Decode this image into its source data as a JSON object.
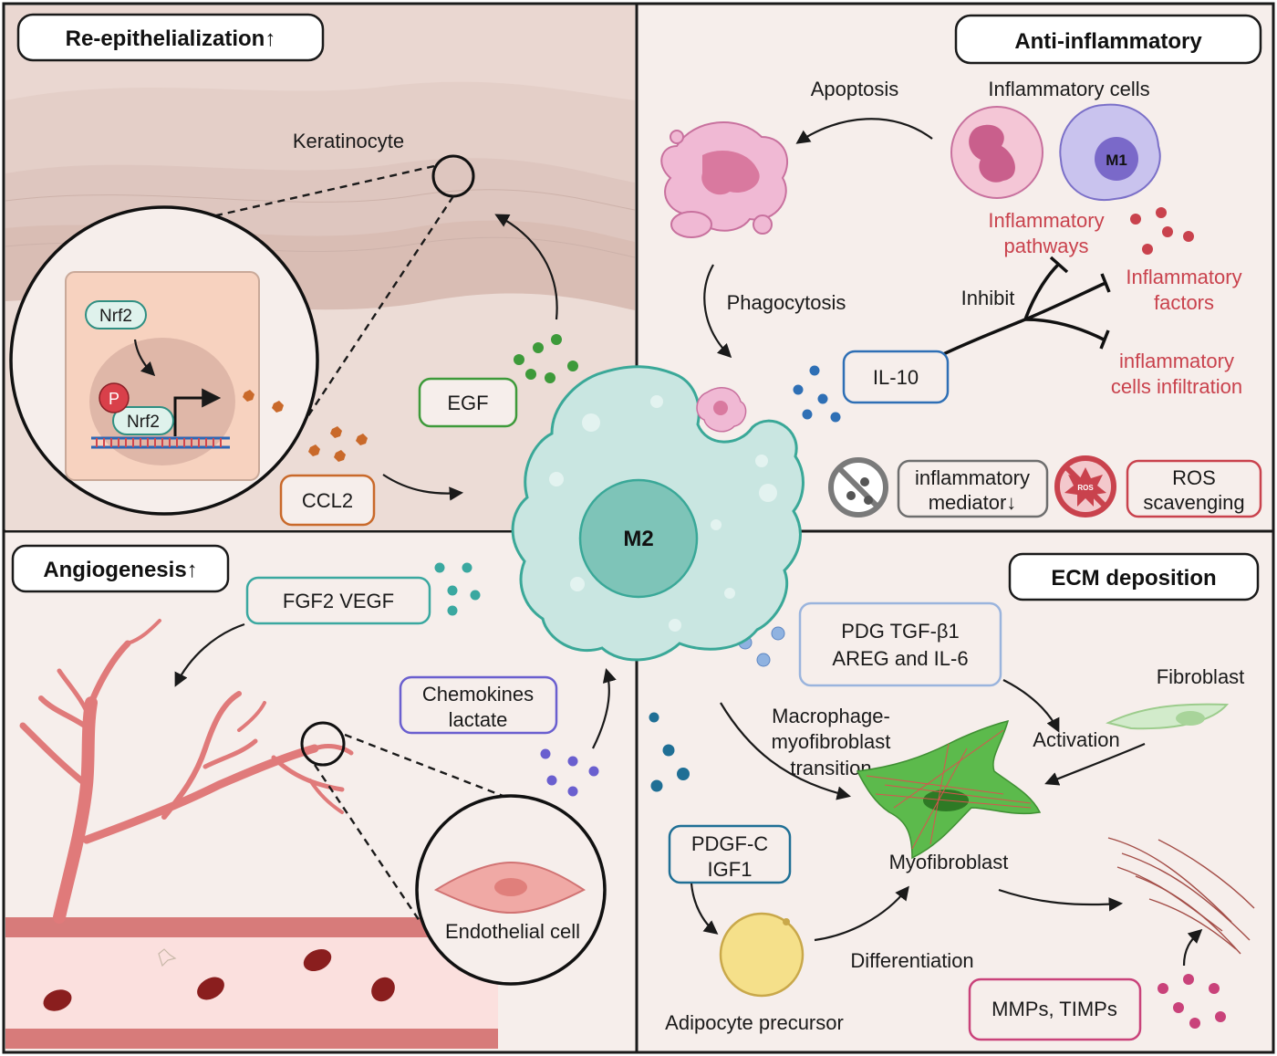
{
  "panels": {
    "re_epithelialization": {
      "title": "Re-epithelialization↑",
      "keratinocyte": "Keratinocyte",
      "nrf2_top": "Nrf2",
      "nrf2_bottom": "Nrf2",
      "phospho": "P",
      "egf": "EGF",
      "ccl2": "CCL2"
    },
    "anti_inflammatory": {
      "title": "Anti-inflammatory",
      "apoptosis": "Apoptosis",
      "inflammatory_cells": "Inflammatory cells",
      "m1": "M1",
      "pathways_line1": "Inflammatory",
      "pathways_line2": "pathways",
      "factors_line1": "Inflammatory",
      "factors_line2": "factors",
      "infiltration_line1": "inflammatory",
      "infiltration_line2": "cells infiltration",
      "phagocytosis": "Phagocytosis",
      "inhibit": "Inhibit",
      "il10": "IL-10",
      "mediator_line1": "inflammatory",
      "mediator_line2": "mediator↓",
      "ros_line1": "ROS",
      "ros_line2": "scavenging",
      "ros_icon_text": "ROS"
    },
    "center": {
      "m2": "M2"
    },
    "angiogenesis": {
      "title": "Angiogenesis↑",
      "growth_factors": "FGF2  VEGF",
      "chemokines_line1": "Chemokines",
      "chemokines_line2": "lactate",
      "endothelial": "Endothelial cell"
    },
    "ecm": {
      "title": "ECM deposition",
      "factors_line1": "PDG  TGF-β1",
      "factors_line2": "AREG and IL-6",
      "fibroblast": "Fibroblast",
      "activation": "Activation",
      "transition_line1": "Macrophage-",
      "transition_line2": "myofibroblast",
      "transition_line3": "transition",
      "myofibroblast": "Myofibroblast",
      "pdgf_line1": "PDGF-C",
      "pdgf_line2": "IGF1",
      "adipocyte": "Adipocyte precursor",
      "differentiation": "Differentiation",
      "mmps": "MMPs, TIMPs"
    }
  },
  "colors": {
    "panel_bg": "#f6eeeb",
    "skin": "#ead7d1",
    "macrophage_fill": "#c9e6e1",
    "macrophage_stroke": "#3aa898",
    "egf_green": "#3d9a3a",
    "ccl2_orange": "#c9692a",
    "il10_blue": "#2e6fb5",
    "teal": "#3aa8a0",
    "purple": "#6a5fcf",
    "red_label": "#c9424d",
    "gray": "#6e6e6e",
    "vessel": "#e07a7a",
    "myofibroblast": "#5cba4c",
    "fibroblast": "#cfe7c8",
    "adipocyte": "#f3df82"
  },
  "icons": [
    "arrow-icon",
    "inhibit-icon",
    "no-symbol-icon",
    "ros-burst-icon",
    "transcription-arrow-icon"
  ]
}
